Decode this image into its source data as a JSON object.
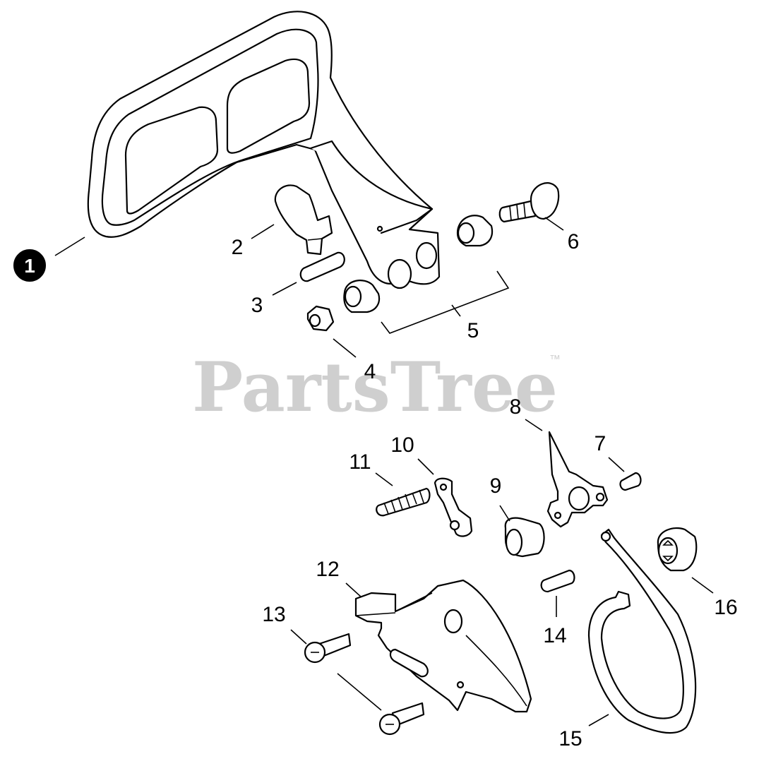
{
  "watermark": {
    "brand": "PartsTree",
    "trademark": "™"
  },
  "callouts": {
    "c1": "1",
    "c2": "2",
    "c3": "3",
    "c4": "4",
    "c5": "5",
    "c6": "6",
    "c7": "7",
    "c8": "8",
    "c9": "9",
    "c10": "10",
    "c11": "11",
    "c12": "12",
    "c13": "13",
    "c14": "14",
    "c15": "15",
    "c16": "16"
  },
  "colors": {
    "ink": "#000000",
    "watermark": "#cfcfcf",
    "background": "#ffffff"
  }
}
